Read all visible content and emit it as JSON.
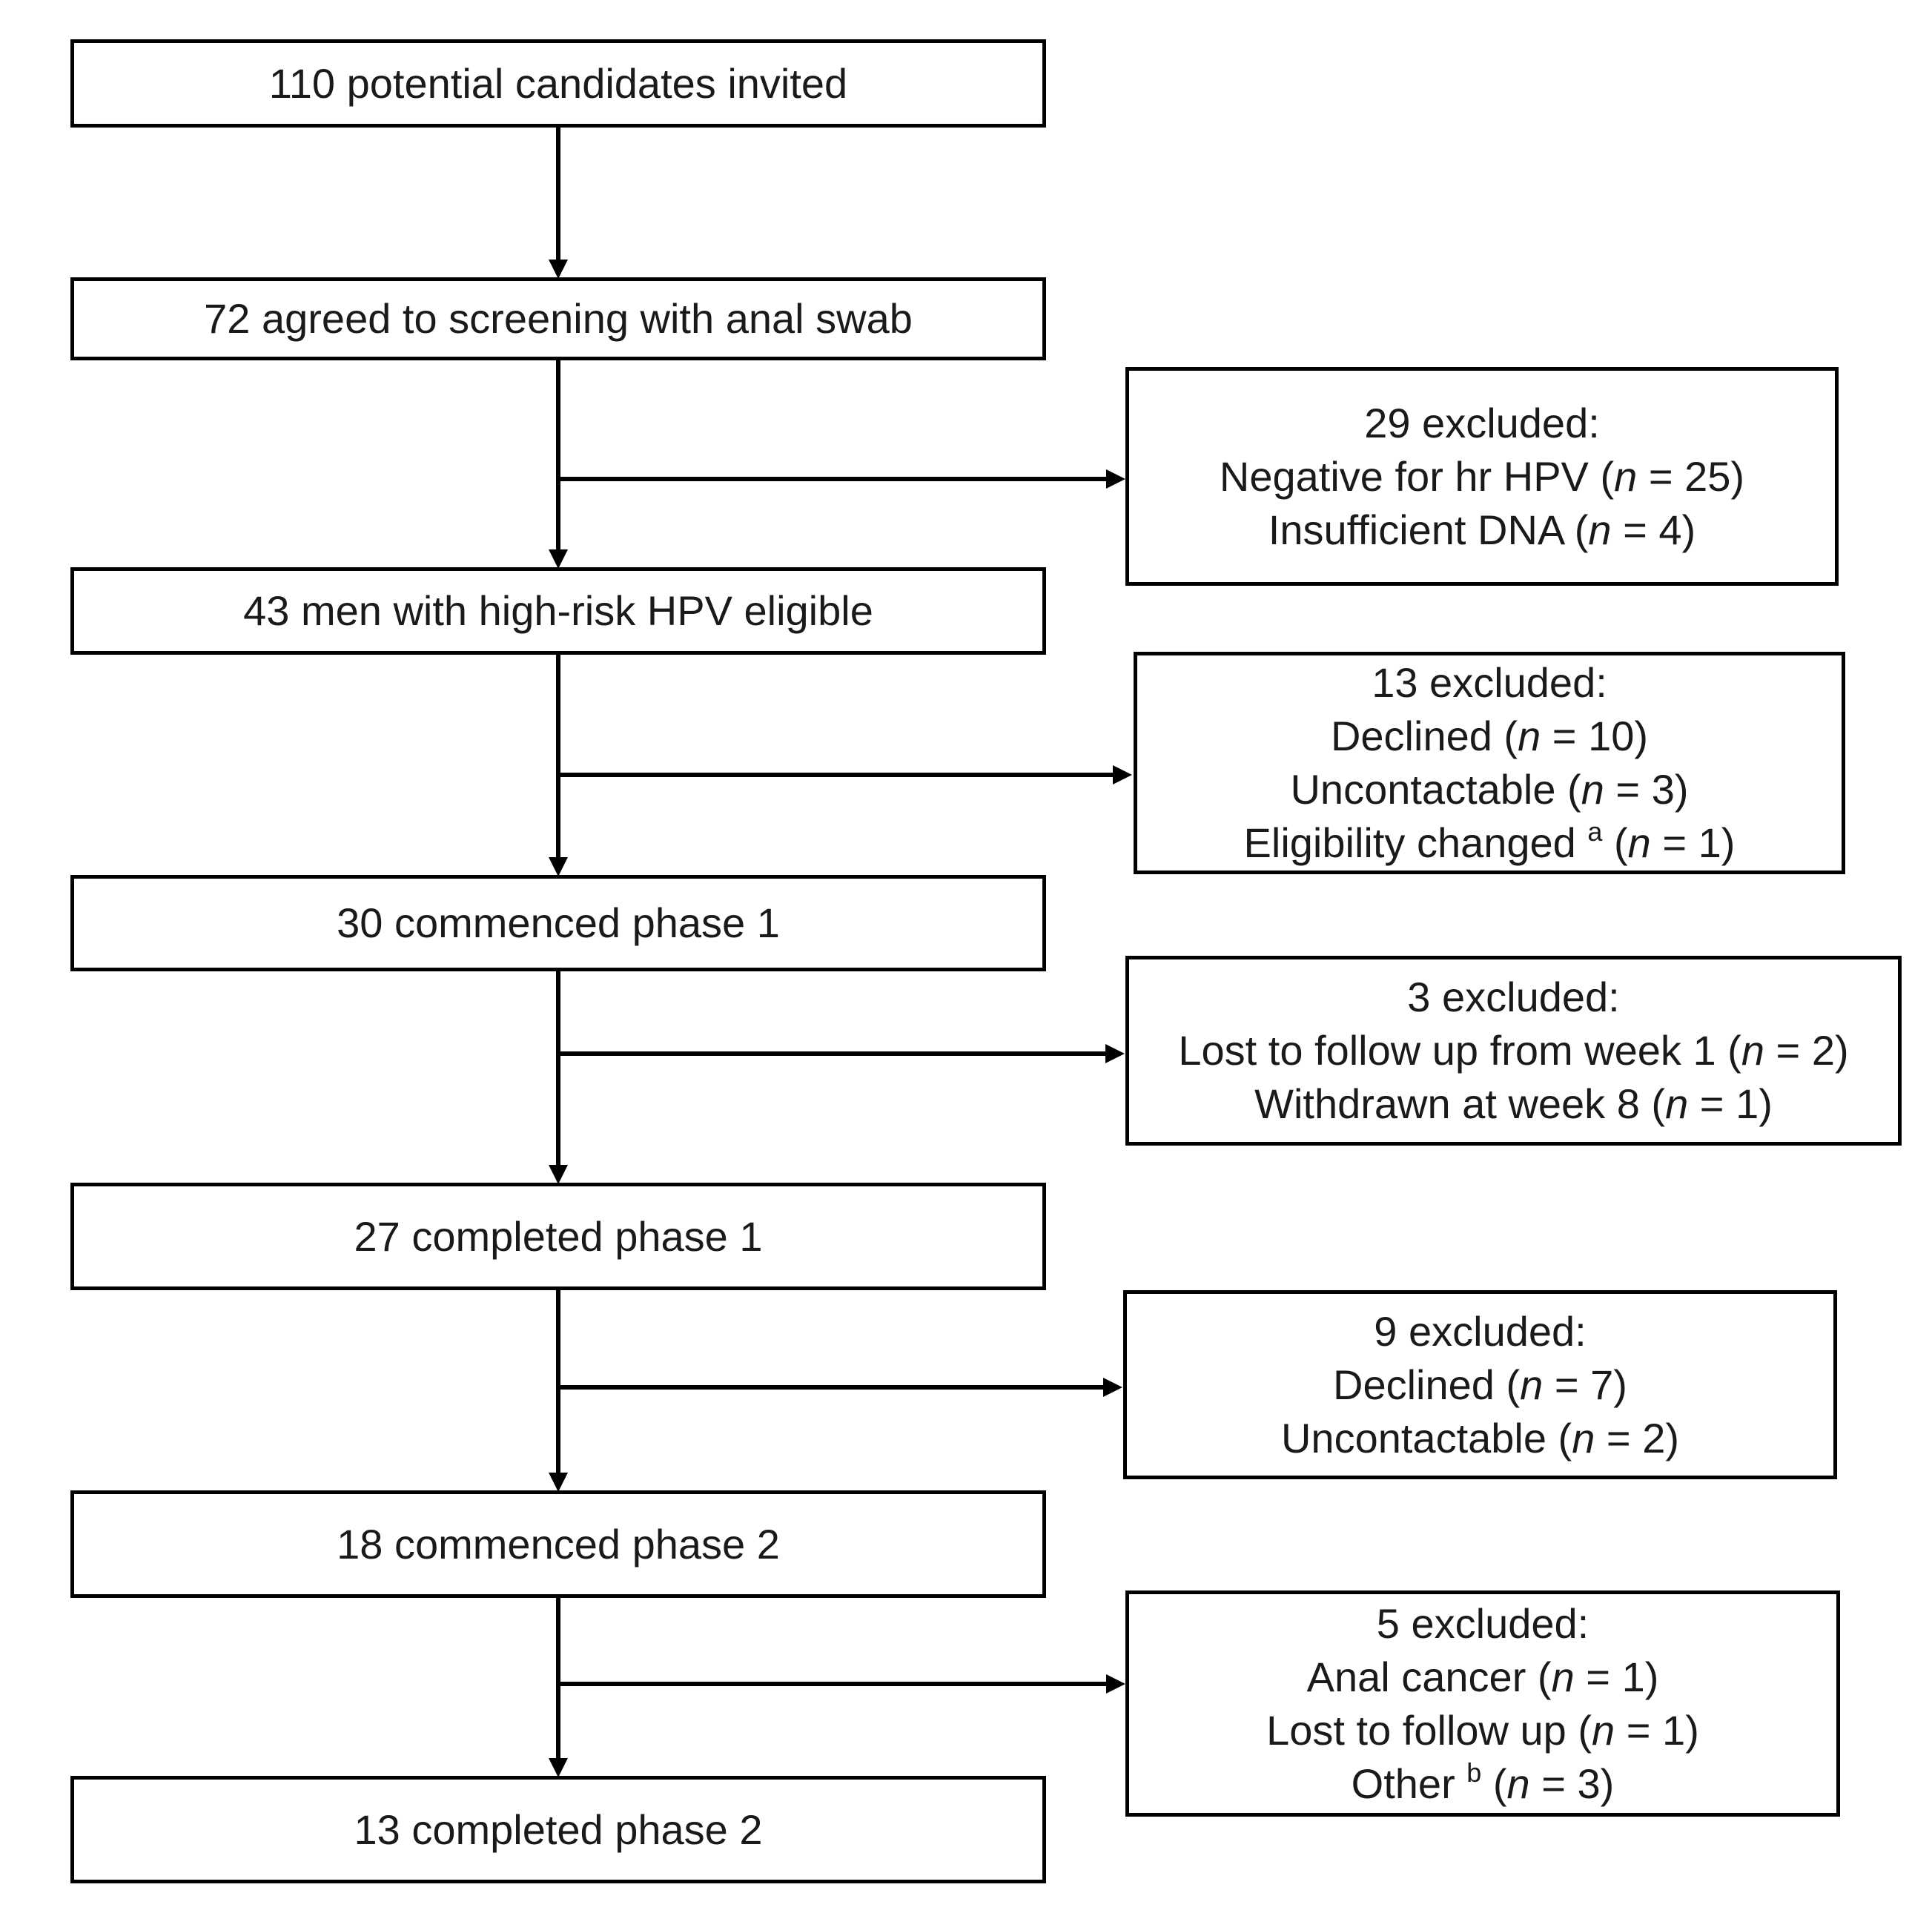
{
  "main_flow": [
    {
      "text": "110 potential candidates invited"
    },
    {
      "text": "72 agreed to screening with anal swab"
    },
    {
      "text": "43 men with high-risk HPV eligible"
    },
    {
      "text": "30 commenced phase 1"
    },
    {
      "text": "27 completed phase 1"
    },
    {
      "text": "18 commenced phase 2"
    },
    {
      "text": "13 completed phase 2"
    }
  ],
  "exclusions": [
    {
      "title": "29 excluded:",
      "reasons": [
        {
          "label": "Negative for hr HPV",
          "sup": "",
          "count": "25"
        },
        {
          "label": "Insufficient  DNA",
          "sup": "",
          "count": "4"
        }
      ]
    },
    {
      "title": "13 excluded:",
      "reasons": [
        {
          "label": "Declined",
          "sup": "",
          "count": "10"
        },
        {
          "label": "Uncontactable",
          "sup": "",
          "count": "3"
        },
        {
          "label": "Eligibility changed",
          "sup": "a",
          "count": "1"
        }
      ]
    },
    {
      "title": "3 excluded:",
      "reasons": [
        {
          "label": "Lost to follow  up from week 1",
          "sup": "",
          "count": "2"
        },
        {
          "label": "Withdrawn  at week 8",
          "sup": "",
          "count": "1"
        }
      ]
    },
    {
      "title": "9 excluded:",
      "reasons": [
        {
          "label": "Declined",
          "sup": "",
          "count": "7"
        },
        {
          "label": "Uncontactable",
          "sup": "",
          "count": "2"
        }
      ]
    },
    {
      "title": "5 excluded:",
      "reasons": [
        {
          "label": "Anal cancer",
          "sup": "",
          "count": "1"
        },
        {
          "label": "Lost to follow  up",
          "sup": "",
          "count": "1"
        },
        {
          "label": "Other",
          "sup": "b",
          "count": "3"
        }
      ]
    }
  ],
  "n_symbol": "n"
}
